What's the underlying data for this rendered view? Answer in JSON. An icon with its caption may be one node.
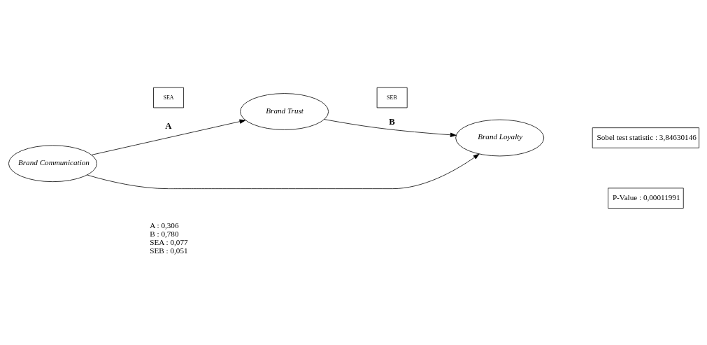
{
  "diagram": {
    "nodes": [
      {
        "text": [
          "Brand Trust"
        ]
      },
      {
        "text": [
          "Brand Communication"
        ]
      },
      {
        "text": [
          "Brand Loyalty"
        ]
      },
      {
        "text": [
          "SEA"
        ]
      },
      {
        "text": [
          "SEB"
        ]
      },
      {
        "text": [
          "Sobel test statistic : 3,84630146"
        ]
      },
      {
        "text": [
          "P-Value : 0,00011991"
        ]
      }
    ],
    "edges": [
      {
        "from": 1,
        "to": 0,
        "arrow": "to",
        "label": "A"
      },
      {
        "from": 0,
        "to": 2,
        "arrow": "to",
        "label": "B"
      },
      {
        "from": 1,
        "to": 2,
        "arrow": "to"
      }
    ],
    "labels": [
      "A : 0,306",
      "B : 0,780",
      "SEA : 0,077",
      "SEB : 0,051"
    ]
  }
}
